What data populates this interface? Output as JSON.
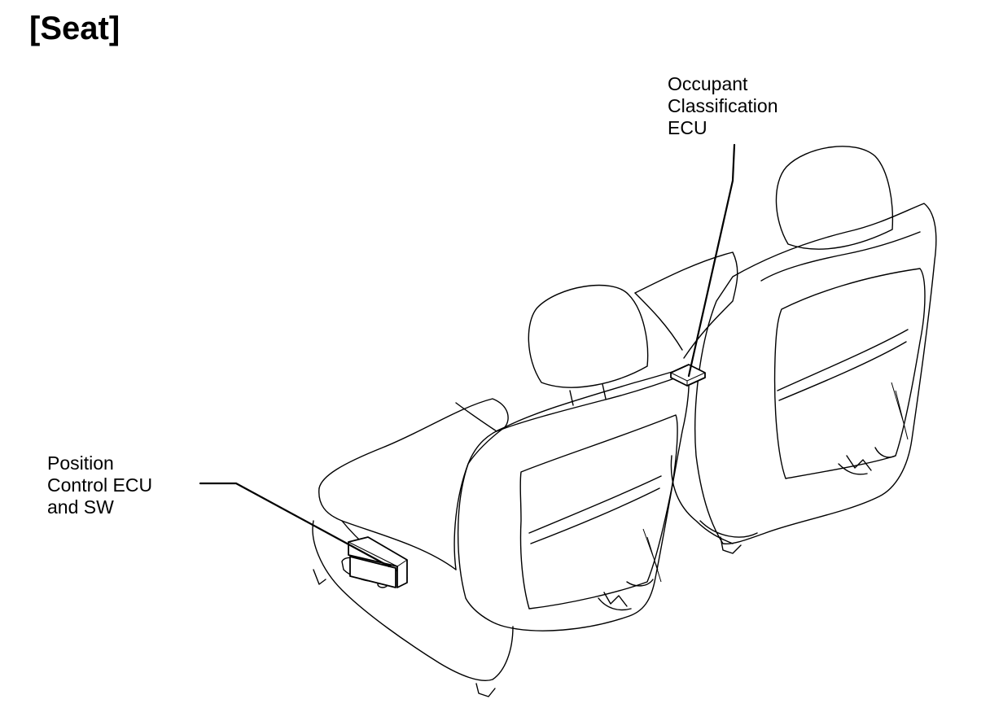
{
  "title": "[Seat]",
  "callouts": {
    "occupant_classification_ecu": [
      "Occupant",
      "Classification",
      "ECU"
    ],
    "position_control_ecu": [
      "Position",
      "Control ECU",
      "and SW"
    ]
  }
}
